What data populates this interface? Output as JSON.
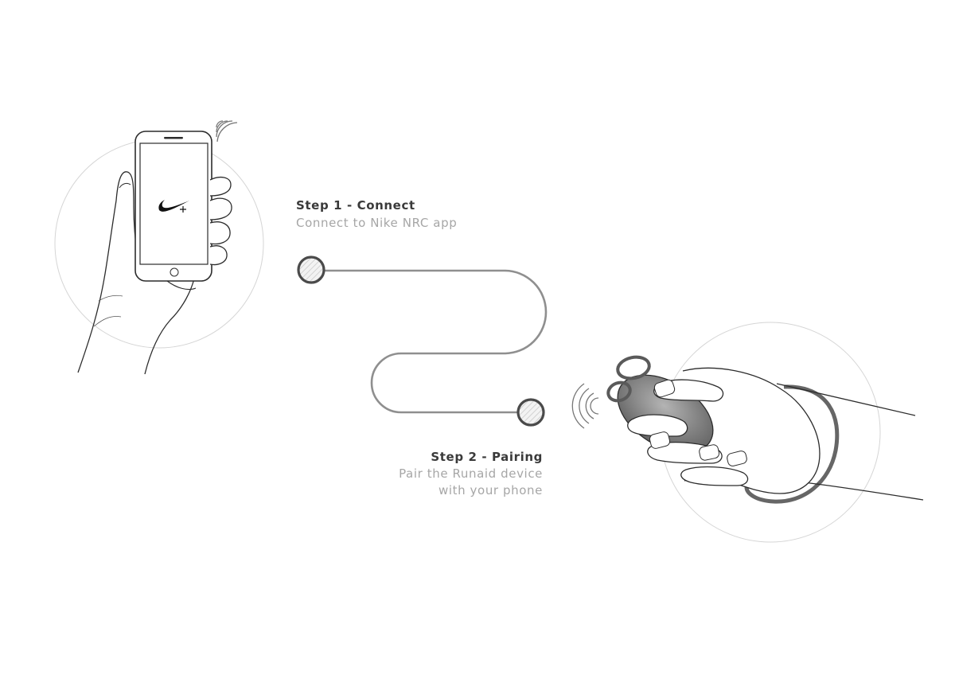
{
  "steps": [
    {
      "title": "Step 1 - Connect",
      "description": "Connect to Nike NRC app"
    },
    {
      "title": "Step 2 - Pairing",
      "description_line1": "Pair the Runaid device",
      "description_line2": "with your phone"
    }
  ],
  "colors": {
    "path_line": "#8f8f8f",
    "node_ring": "#4a4a4a",
    "halo_circle": "#d5d5d5",
    "title_text": "#3a3a3a",
    "description_text": "#a6a6a6"
  },
  "icons": {
    "phone_screen_logo": "swoosh-plus-icon",
    "wireless_signal": "signal-waves-icon"
  }
}
